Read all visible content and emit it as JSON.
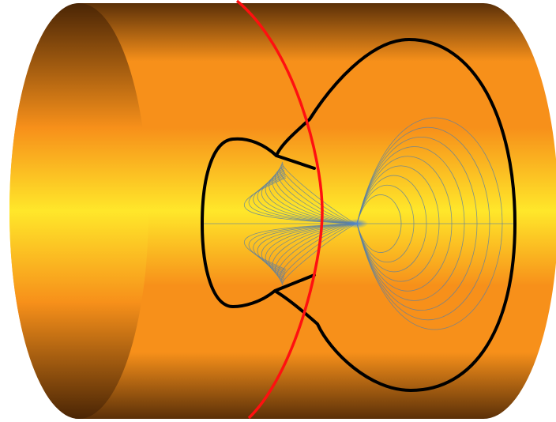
{
  "figure": {
    "subject": "",
    "colors": {
      "cylinder_light": "#ffe72a",
      "cylinder_mid": "#f7901a",
      "cylinder_dark": "#5b3008",
      "end_cap_dark": "#4a2505",
      "red_ring": "#ff1010",
      "black_curve": "#000000",
      "field_lines": "#5b7fa3",
      "field_source": "#4d86d1",
      "background": "#ffffff"
    },
    "field_line_counts": {
      "upper_family": 13,
      "lower_family": 13,
      "radial": 9
    }
  }
}
